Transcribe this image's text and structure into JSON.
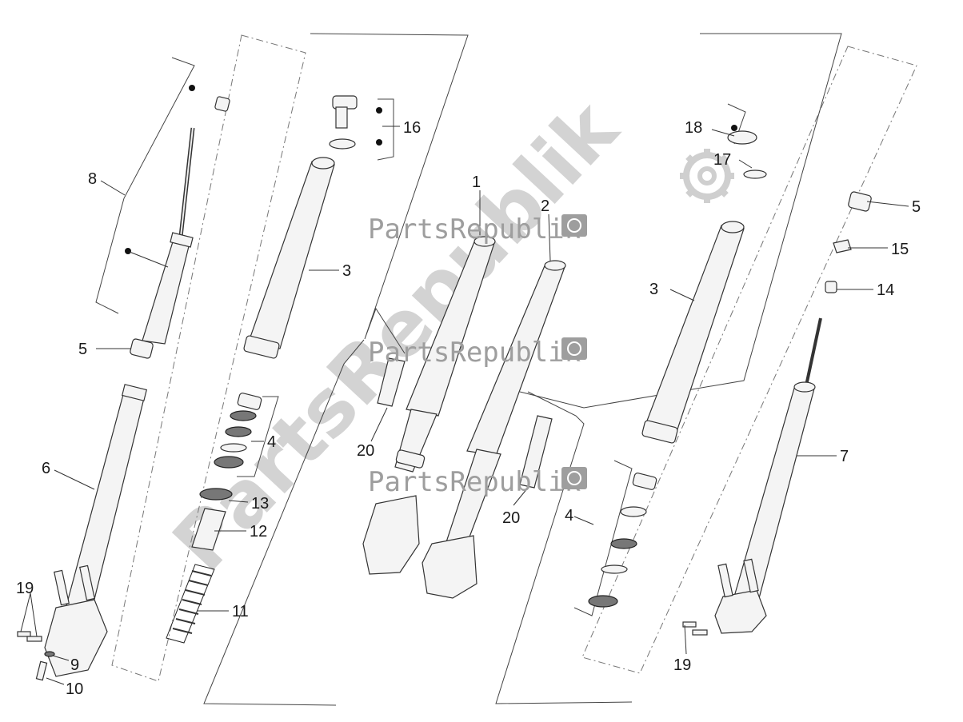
{
  "watermark": {
    "brand": "PartsRepublik",
    "diagonal": "PartsRepublik"
  },
  "callouts": {
    "c1": "1",
    "c2": "2",
    "c3a": "3",
    "c3b": "3",
    "c4a": "4",
    "c4b": "4",
    "c5a": "5",
    "c5b": "5",
    "c6": "6",
    "c7": "7",
    "c8": "8",
    "c9": "9",
    "c10": "10",
    "c11": "11",
    "c12": "12",
    "c13": "13",
    "c14": "14",
    "c15": "15",
    "c16": "16",
    "c17": "17",
    "c18": "18",
    "c19a": "19",
    "c19b": "19",
    "c20a": "20",
    "c20b": "20"
  },
  "icons": {
    "watermark_logo": "gear-flag-icon"
  }
}
